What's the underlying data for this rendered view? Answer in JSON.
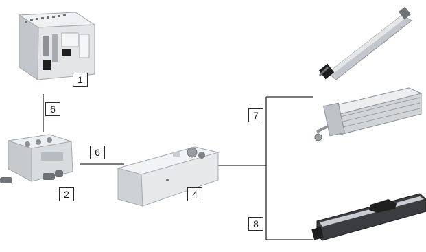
{
  "labels": {
    "controller": "1",
    "terminal": "2",
    "sensor_module": "4",
    "cable_vertical": "6",
    "cable_horizontal": "6",
    "cable_upper": "7",
    "cable_lower": "8"
  },
  "colors": {
    "line": "#2a2a2a",
    "device_light": "#e4e6e8",
    "device_mid": "#c9ccd0",
    "device_dark": "#8d9196",
    "metal": "#b7bcc2",
    "black": "#1e1e1e"
  },
  "icons": [
    "controller-unit",
    "valve-terminal",
    "position-sensor-box",
    "electric-cylinder",
    "pneumatic-cylinder",
    "linear-transducer"
  ]
}
